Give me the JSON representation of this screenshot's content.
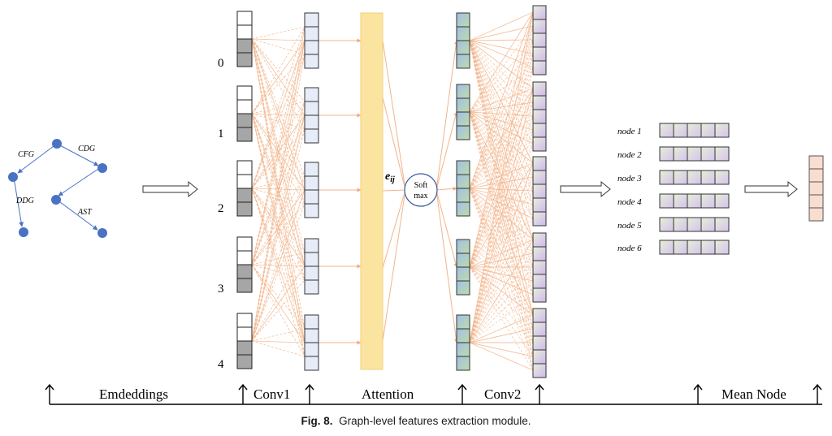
{
  "graph": {
    "edge_labels": [
      "CFG",
      "CDG",
      "DDG",
      "AST"
    ]
  },
  "embeddings": {
    "node_labels": [
      "0",
      "1",
      "2",
      "3",
      "4"
    ]
  },
  "attention": {
    "edge_symbol": "e",
    "edge_subscript": "ij"
  },
  "softmax": {
    "line1": "Soft",
    "line2": "max"
  },
  "nodes": {
    "labels": [
      "node 1",
      "node 2",
      "node 3",
      "node 4",
      "node 5",
      "node 6"
    ]
  },
  "axis": {
    "labels": [
      "Emdeddings",
      "Conv1",
      "Attention",
      "Conv2",
      "Mean Node"
    ]
  },
  "caption": {
    "prefix": "Fig. 8.",
    "text": "Graph-level features extraction module."
  },
  "colors": {
    "graph_node": "#4a72c4",
    "embed_gray": "#a6a6a6",
    "conv1_fill": "#e6ecf8",
    "attention_fill": "#fbe3a0",
    "conv2_gradient_a": "#a9c4e6",
    "conv2_gradient_b": "#b6d6a6",
    "purple_cell": "#d8c4ef",
    "green_cell": "#dde9cc",
    "mean_cell": "#f8ddd0",
    "connection": "#f2b48a"
  }
}
